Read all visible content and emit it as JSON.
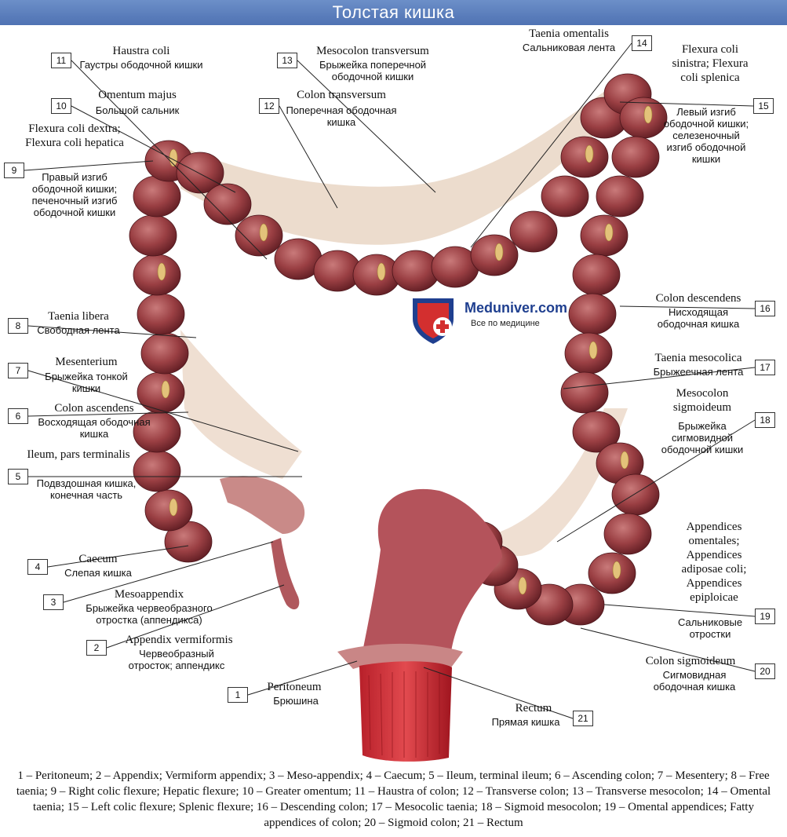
{
  "title": "Толстая кишка",
  "logo": {
    "name": "Meduniver.com",
    "tagline": "Все по медицине"
  },
  "labels": [
    {
      "num": "1",
      "latin": "Peritoneum",
      "russian": "Брюшина"
    },
    {
      "num": "2",
      "latin": "Appendix vermiformis",
      "russian": "Червеобразный отросток; аппендикс"
    },
    {
      "num": "3",
      "latin": "Mesoappendix",
      "russian": "Брыжейка червеобразного отростка (аппендикса)"
    },
    {
      "num": "4",
      "latin": "Caecum",
      "russian": "Слепая кишка"
    },
    {
      "num": "5",
      "latin": "Ileum, pars terminalis",
      "russian": "Подвздошная кишка, конечная часть"
    },
    {
      "num": "6",
      "latin": "Colon ascendens",
      "russian": "Восходящая ободочная кишка"
    },
    {
      "num": "7",
      "latin": "Mesenterium",
      "russian": "Брыжейка тонкой кишки"
    },
    {
      "num": "8",
      "latin": "Taenia libera",
      "russian": "Свободная лента"
    },
    {
      "num": "9",
      "latin": "Flexura coli dextra; Flexura coli hepatica",
      "russian": "Правый изгиб ободочной кишки; печеночный изгиб ободочной кишки"
    },
    {
      "num": "10",
      "latin": "Omentum majus",
      "russian": "Большой сальник"
    },
    {
      "num": "11",
      "latin": "Haustra coli",
      "russian": "Гаустры ободочной кишки"
    },
    {
      "num": "12",
      "latin": "Colon transversum",
      "russian": "Поперечная ободочная кишка"
    },
    {
      "num": "13",
      "latin": "Mesocolon transversum",
      "russian": "Брыжейка поперечной ободочной кишки"
    },
    {
      "num": "14",
      "latin": "Taenia omentalis",
      "russian": "Сальниковая лента"
    },
    {
      "num": "15",
      "latin": "Flexura coli sinistra; Flexura coli splenica",
      "russian": "Левый изгиб ободочной кишки; селезеночный изгиб ободочной кишки"
    },
    {
      "num": "16",
      "latin": "Colon descendens",
      "russian": "Нисходящая ободочная кишка"
    },
    {
      "num": "17",
      "latin": "Taenia mesocolica",
      "russian": "Брыжеечная лента"
    },
    {
      "num": "18",
      "latin": "Mesocolon sigmoideum",
      "russian": "Брыжейка сигмовидной ободочной кишки"
    },
    {
      "num": "19",
      "latin": "Appendices omentales; Appendices adiposae coli; Appendices epiploicae",
      "russian": "Сальниковые отростки"
    },
    {
      "num": "20",
      "latin": "Colon sigmoideum",
      "russian": "Сигмовидная ободочная кишка"
    },
    {
      "num": "21",
      "latin": "Rectum",
      "russian": "Прямая кишка"
    }
  ],
  "caption": "1 – Peritoneum; 2 – Appendix; Vermiform appendix; 3 – Meso-appendix; 4 – Caecum; 5 – Ileum, terminal ileum; 6 – Ascending colon; 7 – Mesentery; 8 – Free taenia; 9 – Right colic flexure; Hepatic flexure; 10 – Greater omentum; 11 – Haustra of colon; 12 – Transverse colon; 13 – Transverse mesocolon; 14 – Omental taenia; 15 – Left colic flexure; Splenic flexure; 16 – Descending colon; 17 – Mesocolic taenia; 18 – Sigmoid mesocolon; 19 – Omental appendices; Fatty appendices of colon; 20 – Sigmoid colon; 21 – Rectum"
}
